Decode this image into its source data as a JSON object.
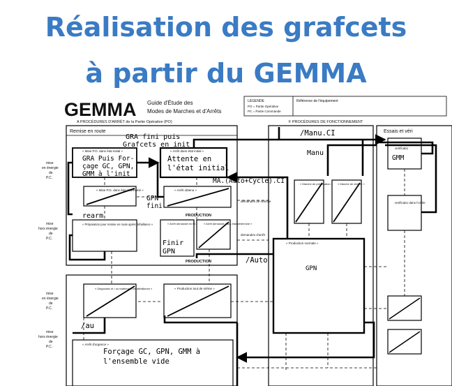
{
  "page": {
    "title_line1": "Réalisation des grafcets",
    "title_line2": "à partir du GEMMA"
  },
  "header": {
    "logo": "GEMMA",
    "guide_line1": "Guide d'Étude des",
    "guide_line2": "Modes de Marches et d'Arrêts",
    "legend_title": "LÉGENDE",
    "legend_po": "PO = Partie Opérative",
    "legend_pc": "PC = Partie Commande",
    "reference": "Référence de l'équipement"
  },
  "sections": {
    "a": "A  PROCÉDURES D'ARRÊT de la Partie Opérative (PO)",
    "f": "F  PROCÉDURES DE FONCTIONNEMENT",
    "essais": "Essais et véri",
    "remise_en_route": "Remise en route"
  },
  "side_labels": {
    "left1": [
      "mise",
      "en énergie",
      "de",
      "P.C."
    ],
    "left2": [
      "mise",
      "hors énergie",
      "de",
      "P.C."
    ],
    "left3": [
      "mise",
      "en énergie",
      "de",
      "P.C."
    ],
    "left4": [
      "mise",
      "hors énergie",
      "de",
      "P.C."
    ]
  },
  "boxes": {
    "a6": "« Mise P.O. dans état initial »",
    "a1": "« Arrêt dans état initial »",
    "a7": "« Mise P.O. dans état déterminé »",
    "a4": "« Arrêt obtenu »",
    "a5": "« Préparation pour remise en route après défaillance »",
    "a3": "« Arrêt demandé en fin de cycle »",
    "a2": "« Arrêt demandé dans état déterminé »",
    "f2": "« Marche de préparation »",
    "f3": "« Marche de clôture »",
    "f1": "« Production normale »",
    "d3": "« Production tout de même »",
    "d2": "« Diagnostic et / ou traitement de défaillance »",
    "d1": "« Arrêt d'urgence »",
    "production1": "PRODUCTION",
    "production2": "PRODUCTION",
    "demandes_marche": "demandes de marche",
    "demandes_arret": "demandes d'arrêt",
    "right1": "verificatio",
    "right2": "verificatio dans l'ordre"
  },
  "annotations": {
    "gra_fini": "GRA fini puis",
    "grafcets_init": "Grafcets en init",
    "gra_puis_1": "GRA Puis For-",
    "gra_puis_2": "çage GC, GPN,",
    "gra_puis_3": "GMM à l'init",
    "attente_1": "Attente en",
    "attente_2": "l'état initial",
    "manu_ci": "/Manu.CI",
    "manu": "Manu",
    "gmm": "GMM",
    "ma_auto": "MA.(Auto+Cycle).CI",
    "rearm": "rearm",
    "gpn_fini_1": "GPN",
    "gpn_fini_2": "fini",
    "finir_1": "Finir",
    "finir_2": "GPN",
    "auto": "/Auto",
    "gpn": "GPN",
    "au": "/au",
    "forcage_1": "Forçage GC, GPN, GMM à",
    "forcage_2": "l'ensemble vide"
  }
}
